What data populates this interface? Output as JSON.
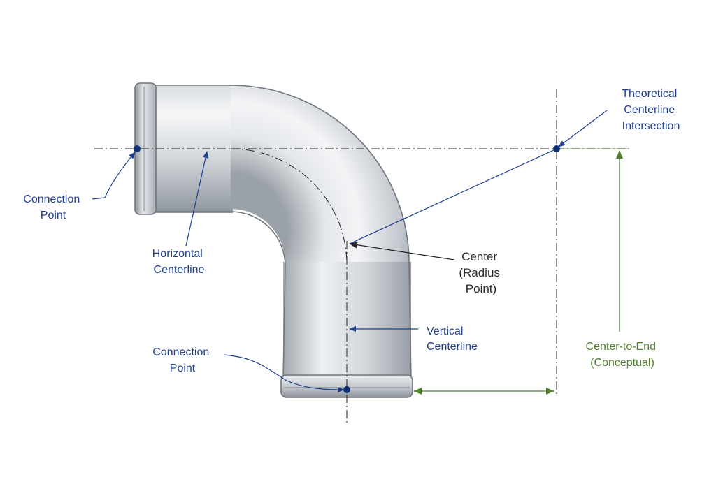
{
  "colors": {
    "label_blue": "#1f3f8f",
    "label_dark": "#2b2b2b",
    "dimension_green": "#4f7f2f",
    "centerline": "#222222",
    "dot_navy": "#0d2f73",
    "pipe_light": "#f1f3f5",
    "pipe_mid": "#c9ced4",
    "pipe_dark": "#8f969e"
  },
  "labels": {
    "connection_point_left": [
      "Connection",
      "Point"
    ],
    "horizontal_centerline": [
      "Horizontal",
      "Centerline"
    ],
    "connection_point_bottom": [
      "Connection",
      "Point"
    ],
    "vertical_centerline": [
      "Vertical",
      "Centerline"
    ],
    "center_radius": [
      "Center",
      "(Radius",
      "Point)"
    ],
    "theoretical_intersection": [
      "Theoretical",
      "Centerline",
      "Intersection"
    ],
    "center_to_end": [
      "Center-to-End",
      "(Conceptual)"
    ]
  }
}
